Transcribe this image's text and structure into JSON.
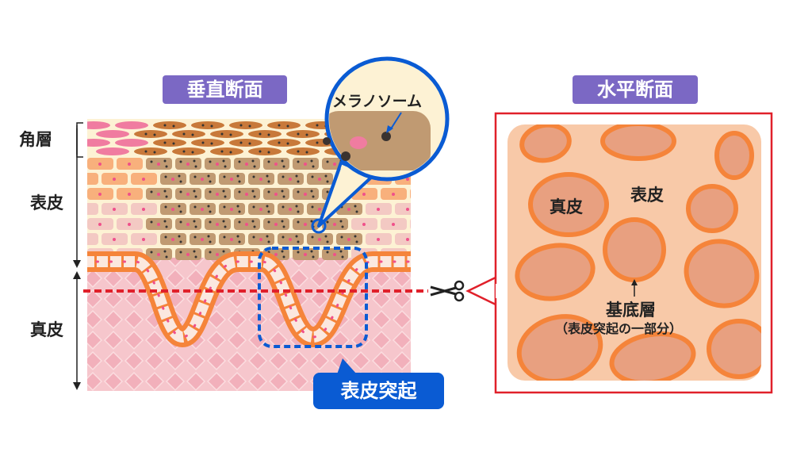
{
  "titles": {
    "vertical": "垂直断面",
    "horizontal": "水平断面"
  },
  "left_labels": {
    "stratum_corneum": "角層",
    "epidermis": "表皮",
    "dermis": "真皮"
  },
  "callout": {
    "label": "メラノソーム"
  },
  "ridge_label": "表皮突起",
  "right_labels": {
    "dermis": "真皮",
    "epidermis": "表皮",
    "basal": "基底層",
    "basal_note": "（表皮突起の一部分）"
  },
  "colors": {
    "title_bg": "#7b68c4",
    "blue": "#0a5bd3",
    "orange": "#f5843a",
    "red": "#e0202a",
    "peach": "#f8c9a8",
    "ellipse_fill": "#e8a080"
  }
}
